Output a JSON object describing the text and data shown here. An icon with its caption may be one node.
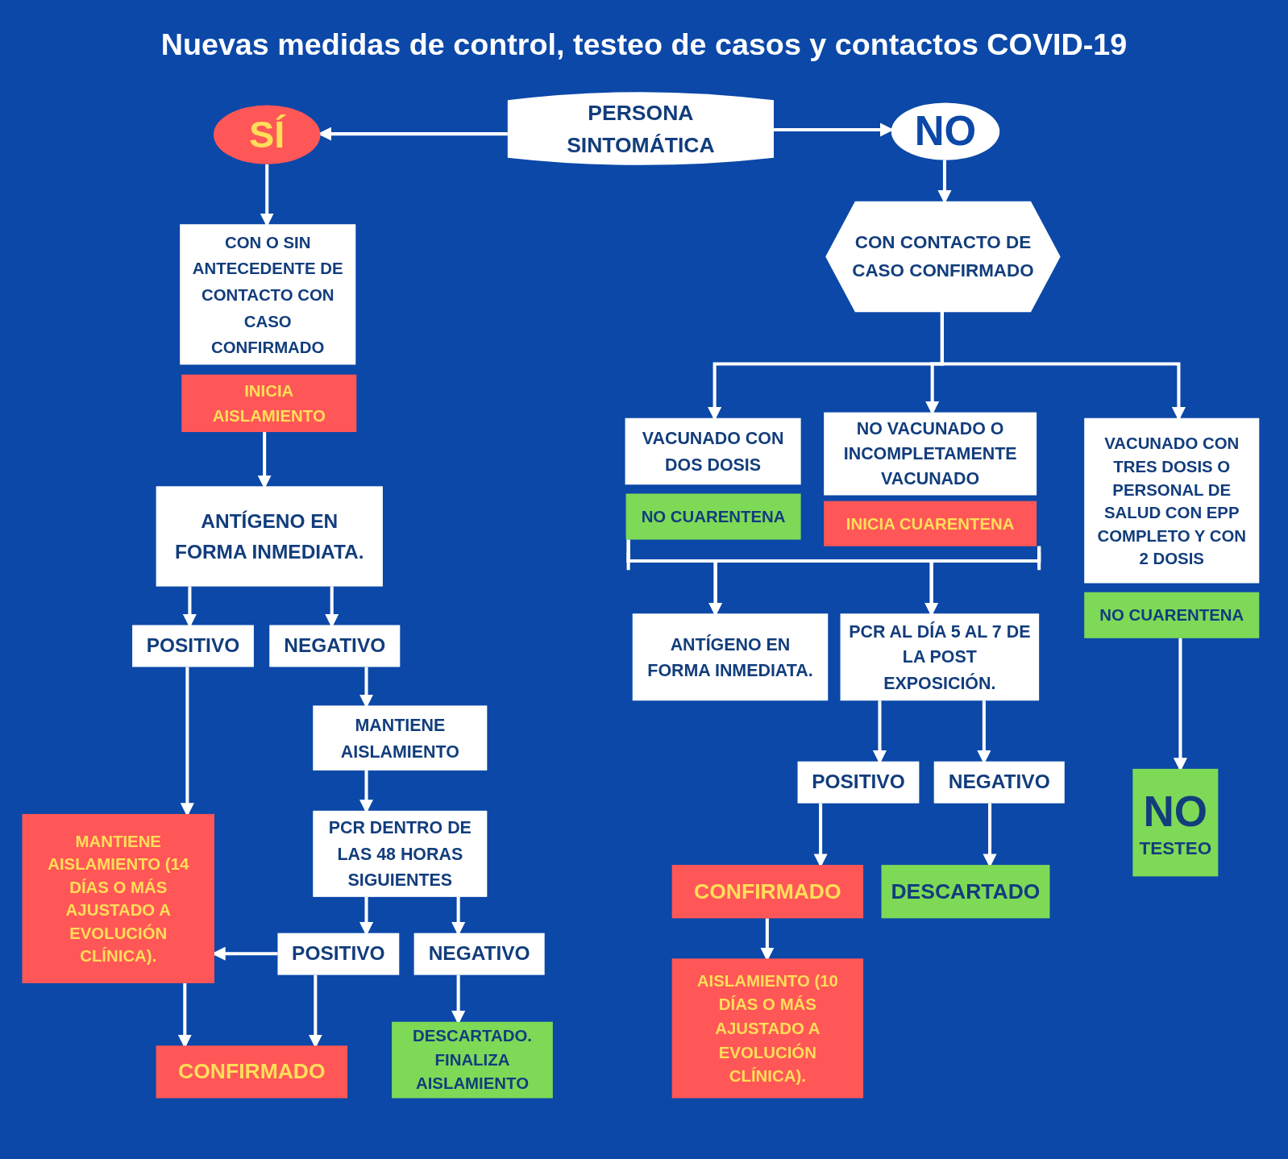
{
  "diagram": {
    "title": "Nuevas medidas de control, testeo de casos y contactos COVID-19",
    "nodes": [
      {
        "text": [
          "PERSONA SINTOMÁTICA"
        ]
      },
      {
        "text": [
          "SÍ"
        ]
      },
      {
        "text": [
          "NO"
        ]
      },
      {
        "text": [
          "CON O SIN ANTECEDENTE DE CONTACTO CON CASO CONFIRMADO"
        ]
      },
      {
        "text": [
          "INICIA AISLAMIENTO"
        ]
      },
      {
        "text": [
          "ANTÍGENO EN FORMA INMEDIATA."
        ]
      },
      {
        "text": [
          "POSITIVO"
        ]
      },
      {
        "text": [
          "NEGATIVO"
        ]
      },
      {
        "text": [
          "MANTIENE AISLAMIENTO"
        ]
      },
      {
        "text": [
          "PCR DENTRO DE LAS 48 HORAS SIGUIENTES"
        ]
      },
      {
        "text": [
          "POSITIVO"
        ]
      },
      {
        "text": [
          "NEGATIVO"
        ]
      },
      {
        "text": [
          "MANTIENE AISLAMIENTO (14 DÍAS O MÁS AJUSTADO A EVOLUCIÓN CLÍNICA)."
        ]
      },
      {
        "text": [
          "CONFIRMADO"
        ]
      },
      {
        "text": [
          "DESCARTADO. FINALIZA AISLAMIENTO"
        ]
      },
      {
        "text": [
          "CON CONTACTO DE CASO CONFIRMADO"
        ]
      },
      {
        "text": [
          "VACUNADO CON DOS DOSIS"
        ]
      },
      {
        "text": [
          "NO CUARENTENA"
        ]
      },
      {
        "text": [
          "NO VACUNADO O INCOMPLETAMENTE VACUNADO"
        ]
      },
      {
        "text": [
          "INICIA CUARENTENA"
        ]
      },
      {
        "text": [
          "VACUNADO CON TRES DOSIS O PERSONAL DE SALUD CON EPP COMPLETO Y CON 2 DOSIS"
        ]
      },
      {
        "text": [
          "NO CUARENTENA"
        ]
      },
      {
        "text": [
          "ANTÍGENO EN FORMA INMEDIATA."
        ]
      },
      {
        "text": [
          "PCR AL DÍA 5 AL 7 DE LA POST EXPOSICIÓN."
        ]
      },
      {
        "text": [
          "POSITIVO"
        ]
      },
      {
        "text": [
          "NEGATIVO"
        ]
      },
      {
        "text": [
          "CONFIRMADO"
        ]
      },
      {
        "text": [
          "DESCARTADO"
        ]
      },
      {
        "text": [
          "AISLAMIENTO (10 DÍAS O MÁS AJUSTADO A EVOLUCIÓN CLÍNICA)."
        ]
      },
      {
        "text": [
          "NO",
          "TESTEO"
        ]
      }
    ],
    "edges": [
      {
        "from": 0,
        "to": 1,
        "arrow": "to"
      },
      {
        "from": 0,
        "to": 2,
        "arrow": "to"
      },
      {
        "from": 1,
        "to": 3,
        "arrow": "to"
      },
      {
        "from": 4,
        "to": 5,
        "arrow": "to"
      },
      {
        "from": 5,
        "to": 6,
        "arrow": "to"
      },
      {
        "from": 5,
        "to": 7,
        "arrow": "to"
      },
      {
        "from": 6,
        "to": 12,
        "arrow": "to"
      },
      {
        "from": 7,
        "to": 8,
        "arrow": "to"
      },
      {
        "from": 8,
        "to": 9,
        "arrow": "to"
      },
      {
        "from": 9,
        "to": 10,
        "arrow": "to"
      },
      {
        "from": 9,
        "to": 11,
        "arrow": "to"
      },
      {
        "from": 10,
        "to": 12,
        "arrow": "to"
      },
      {
        "from": 12,
        "to": 13,
        "arrow": "to"
      },
      {
        "from": 10,
        "to": 13,
        "arrow": "to"
      },
      {
        "from": 11,
        "to": 14,
        "arrow": "to"
      },
      {
        "from": 2,
        "to": 15,
        "arrow": "to"
      },
      {
        "from": 15,
        "to": 16,
        "arrow": "to"
      },
      {
        "from": 15,
        "to": 18,
        "arrow": "to"
      },
      {
        "from": 15,
        "to": 20,
        "arrow": "to"
      },
      {
        "from": 17,
        "to": 22,
        "arrow": "to"
      },
      {
        "from": 17,
        "to": 23,
        "arrow": "to"
      },
      {
        "from": 19,
        "to": 22,
        "arrow": "to"
      },
      {
        "from": 19,
        "to": 23,
        "arrow": "to"
      },
      {
        "from": 21,
        "to": 29,
        "arrow": "to"
      },
      {
        "from": 23,
        "to": 24,
        "arrow": "to"
      },
      {
        "from": 23,
        "to": 25,
        "arrow": "to"
      },
      {
        "from": 24,
        "to": 26,
        "arrow": "to"
      },
      {
        "from": 25,
        "to": 27,
        "arrow": "to"
      },
      {
        "from": 26,
        "to": 28,
        "arrow": "to"
      }
    ]
  }
}
